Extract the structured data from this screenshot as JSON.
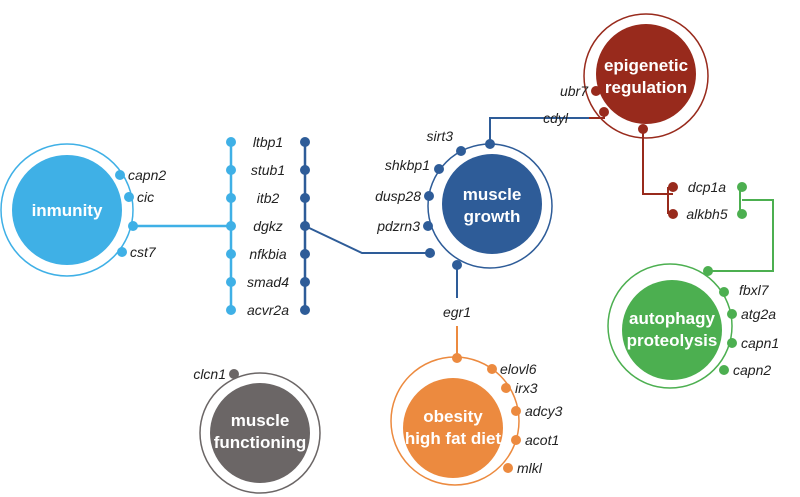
{
  "colors": {
    "immunity": "#3FB0E6",
    "muscle_growth": "#2E5C98",
    "epigenetic": "#982A1C",
    "autophagy": "#4CAF50",
    "obesity": "#EC8A3F",
    "functioning": "#6B6666"
  },
  "hubs": {
    "immunity": "inmunity",
    "muscle_growth_1": "muscle",
    "muscle_growth_2": "growth",
    "epigenetic_1": "epigenetic",
    "epigenetic_2": "regulation",
    "autophagy_1": "autophagy",
    "autophagy_2": "proteolysis",
    "obesity_1": "obesity",
    "obesity_2": "high fat diet",
    "functioning_1": "muscle",
    "functioning_2": "functioning"
  },
  "genes": {
    "immunity": [
      "capn2",
      "cic",
      "cst7"
    ],
    "column": [
      "ltbp1",
      "stub1",
      "itb2",
      "dgkz",
      "nfkbia",
      "smad4",
      "acvr2a"
    ],
    "muscle_growth": [
      "sirt3",
      "shkbp1",
      "dusp28",
      "pdzrn3"
    ],
    "epigenetic": [
      "ubr7",
      "cdyl"
    ],
    "link_epi_auto": [
      "dcp1a",
      "alkbh5"
    ],
    "autophagy": [
      "fbxl7",
      "atg2a",
      "capn1",
      "capn2"
    ],
    "egr": "egr1",
    "obesity": [
      "elovl6",
      "irx3",
      "adcy3",
      "acot1",
      "mlkl"
    ],
    "functioning": "clcn1"
  }
}
